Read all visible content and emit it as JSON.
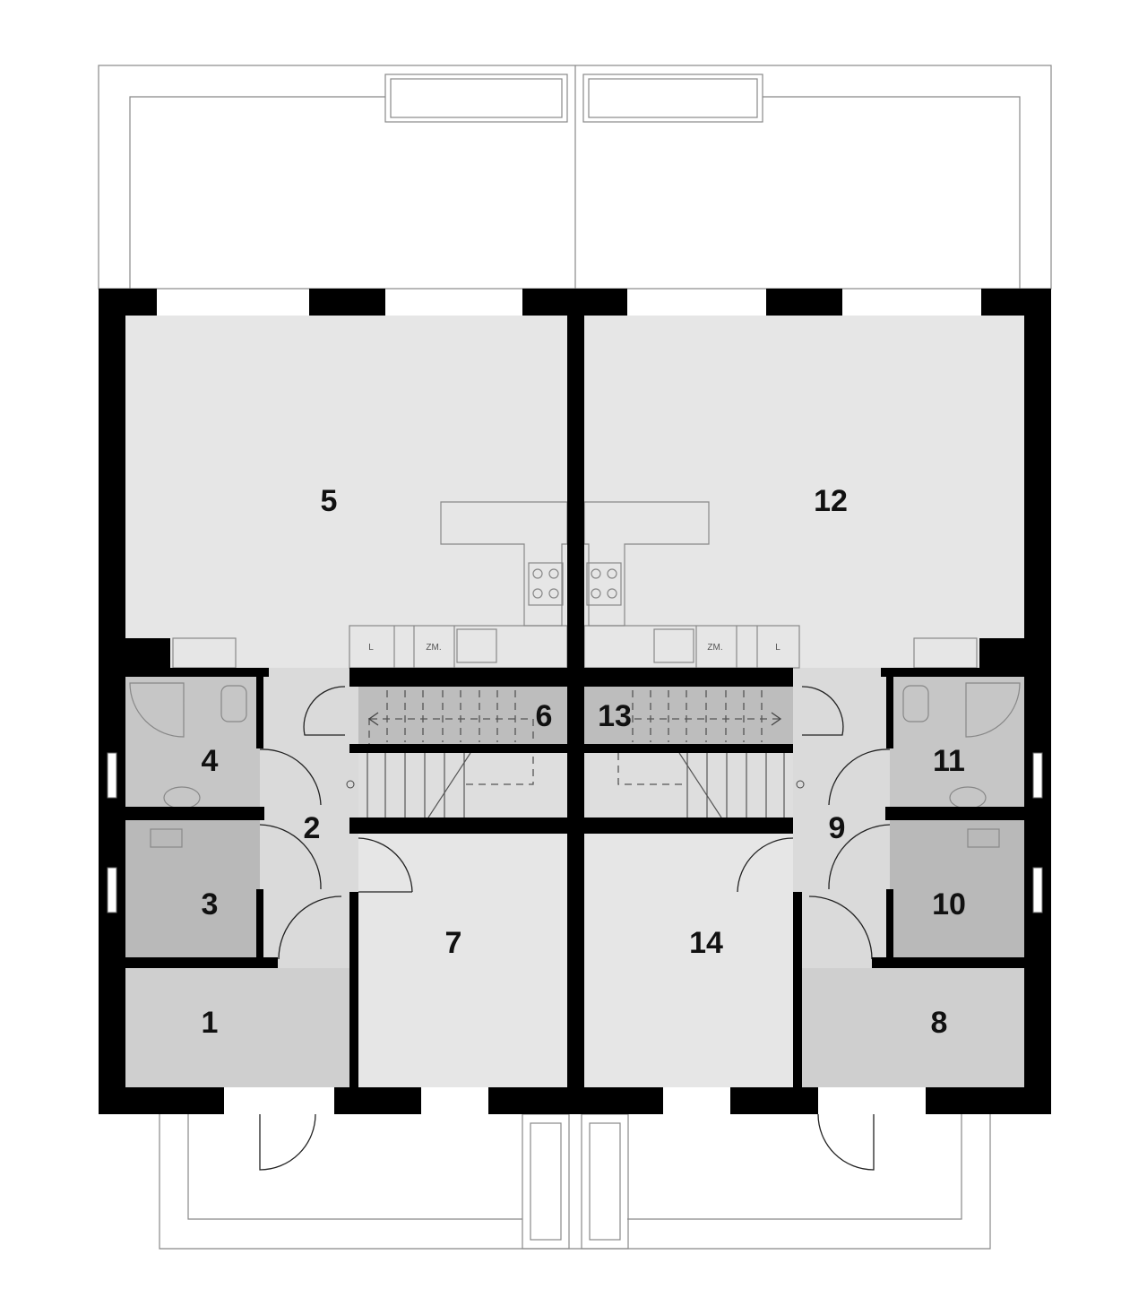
{
  "plan": {
    "rooms": [
      {
        "number": "1"
      },
      {
        "number": "2"
      },
      {
        "number": "3"
      },
      {
        "number": "4"
      },
      {
        "number": "5"
      },
      {
        "number": "6"
      },
      {
        "number": "7"
      },
      {
        "number": "8"
      },
      {
        "number": "9"
      },
      {
        "number": "10"
      },
      {
        "number": "11"
      },
      {
        "number": "12"
      },
      {
        "number": "13"
      },
      {
        "number": "14"
      }
    ],
    "kitchen_left": {
      "fridge_label": "L",
      "dishwasher_label": "ZM."
    },
    "kitchen_right": {
      "fridge_label": "L",
      "dishwasher_label": "ZM."
    },
    "colors": {
      "wall": "#000000",
      "room_light": "#e6e6e6",
      "room_mid": "#cfcfcf",
      "room_dark": "#b9b9b9",
      "stair_band": "#bdbdbd"
    }
  }
}
